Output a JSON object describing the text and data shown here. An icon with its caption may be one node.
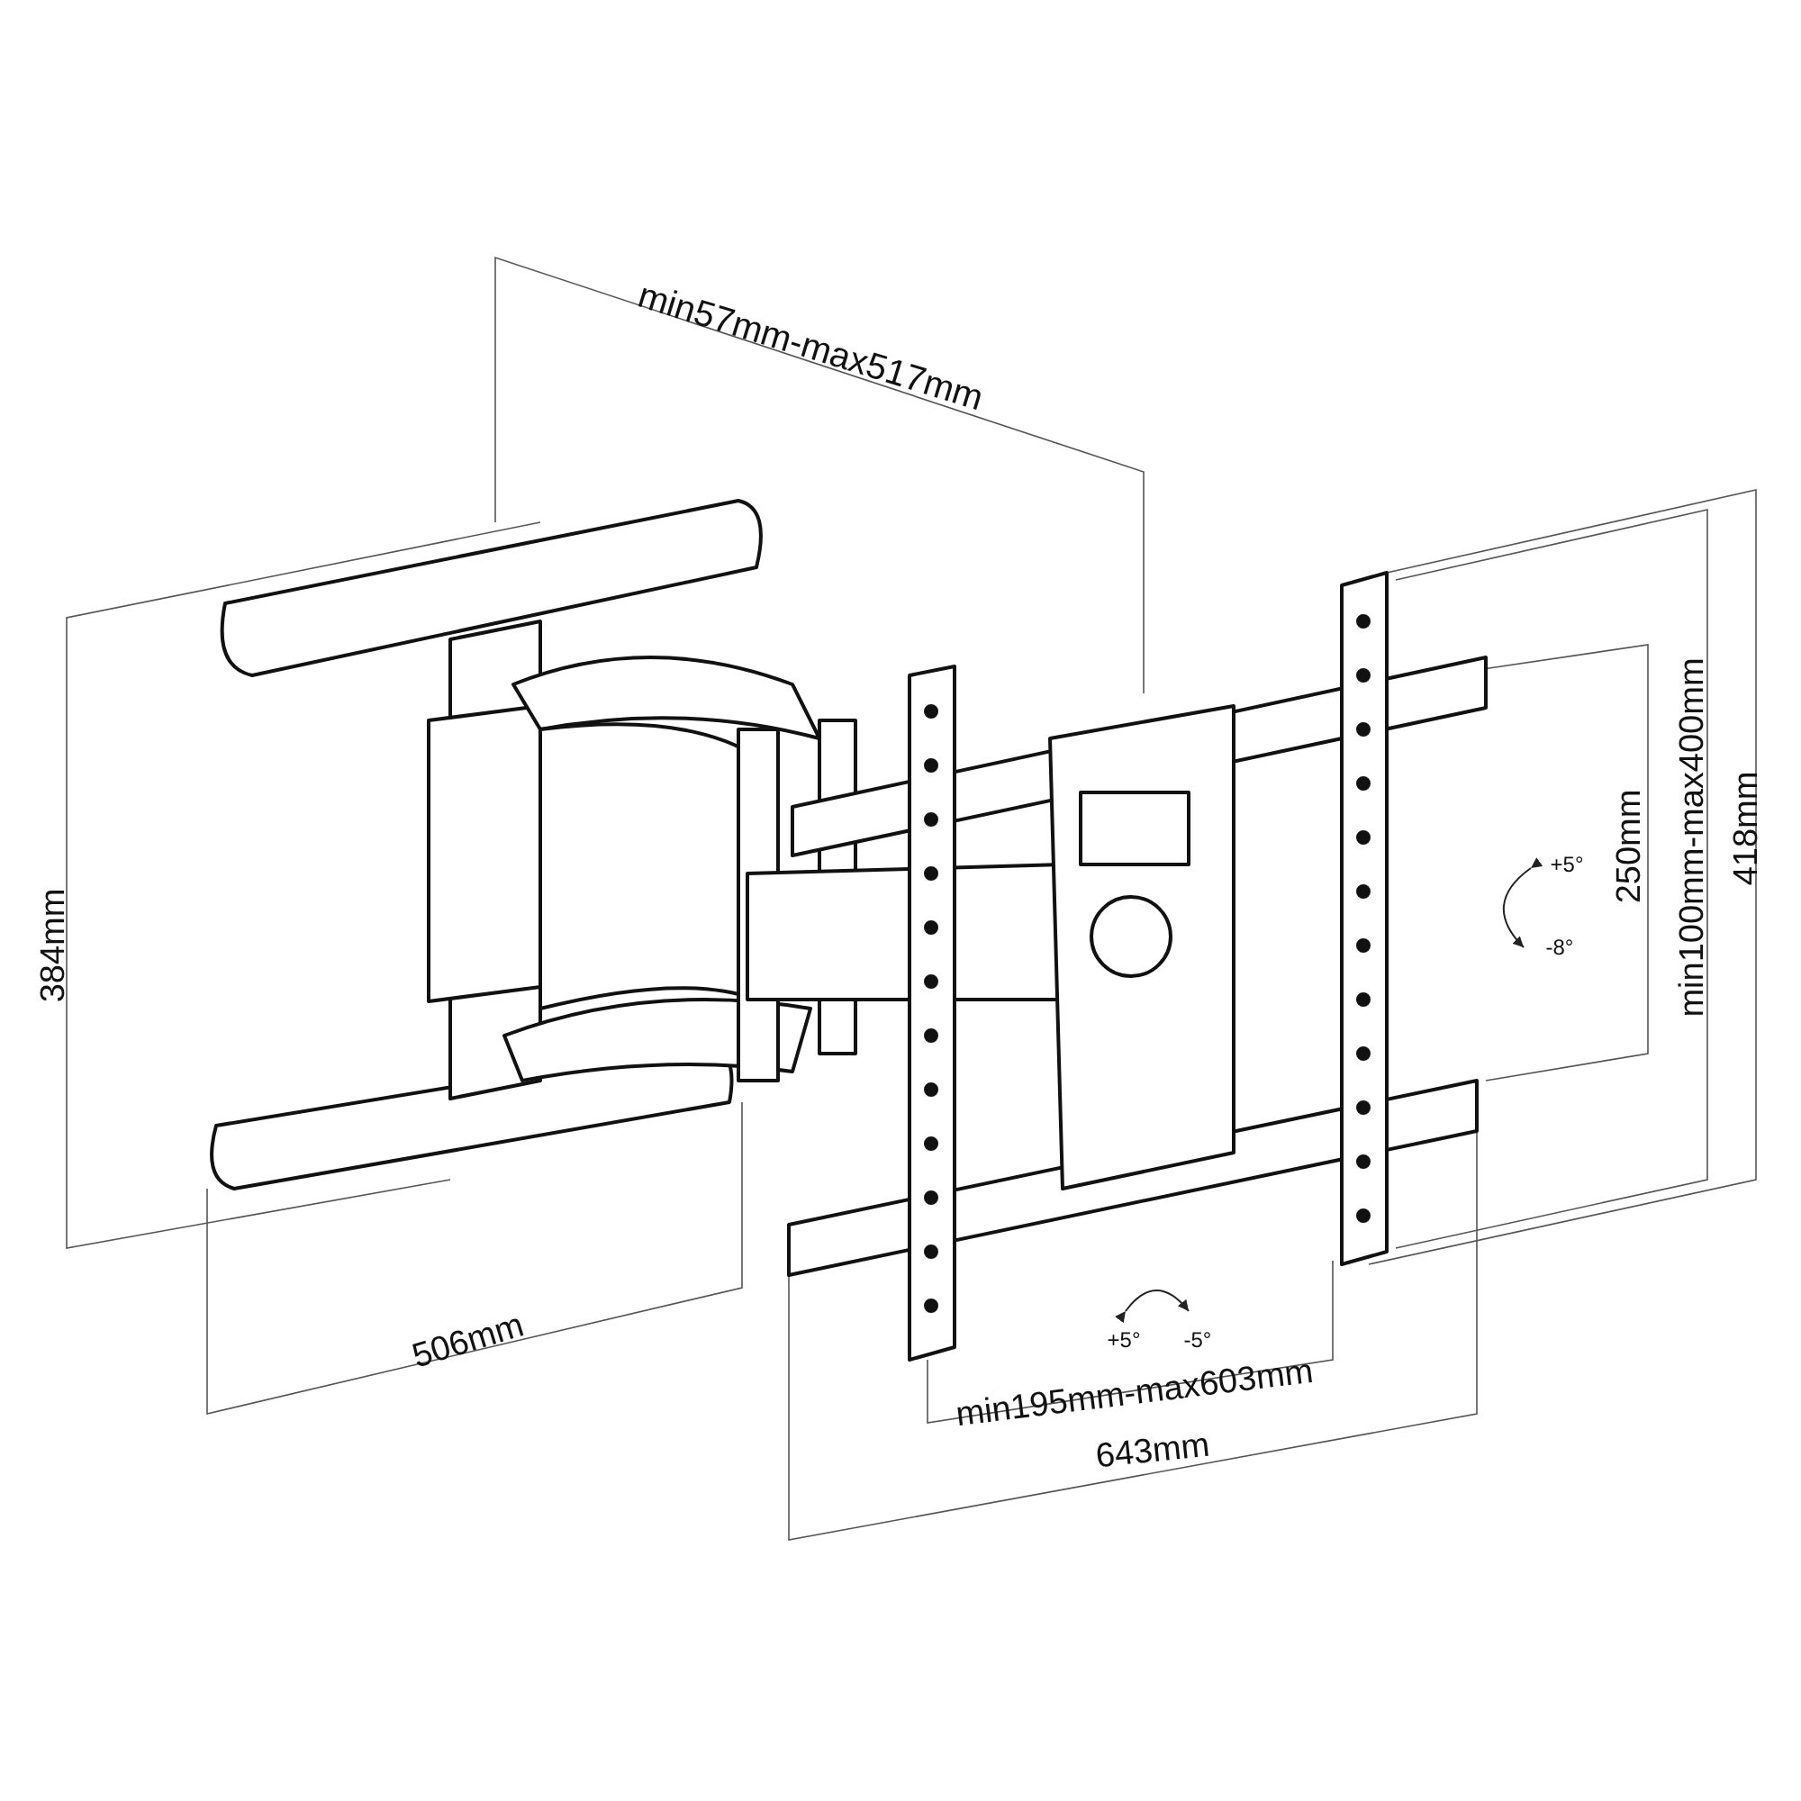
{
  "diagram": {
    "labels": [
      "min57mm-max517mm",
      "250mm",
      "min100mm-max400mm",
      "418mm",
      "+5°",
      "-8°",
      "384mm",
      "506mm",
      "+5°",
      "-5°",
      "min195mm-max603mm",
      "643mm"
    ]
  }
}
